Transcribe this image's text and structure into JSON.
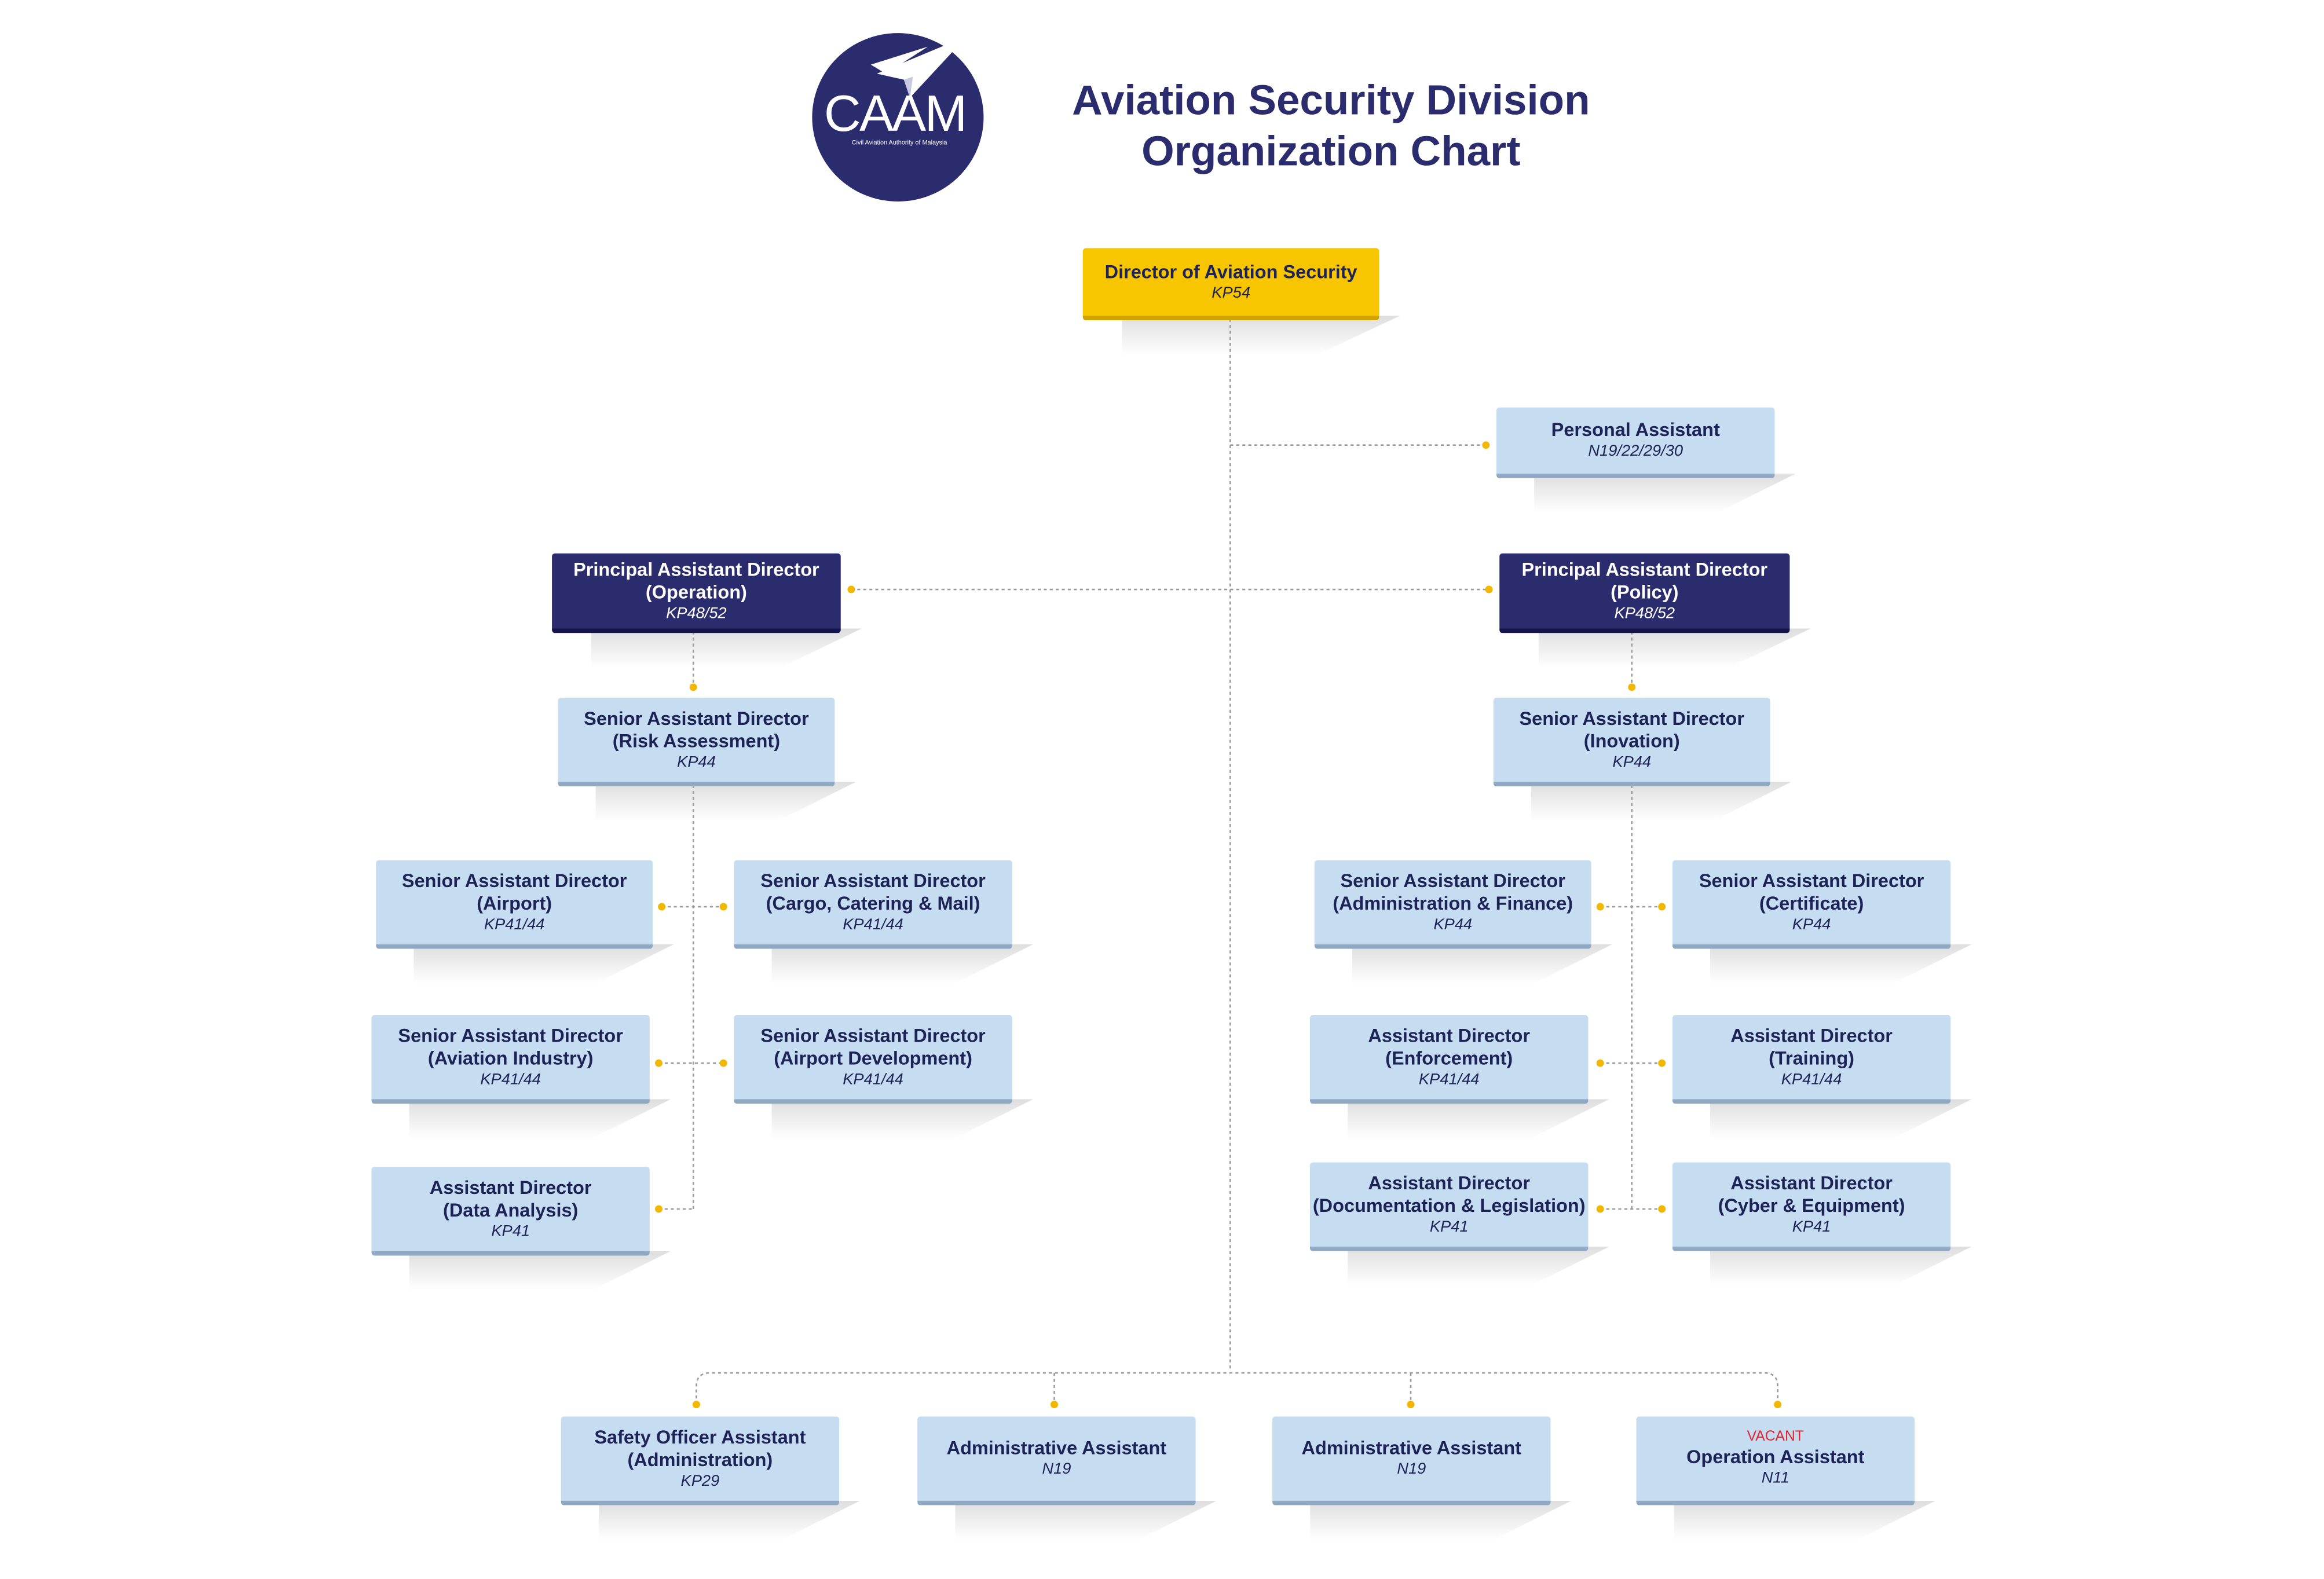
{
  "header": {
    "logo_text": "CAAM",
    "logo_subtitle": "Civil Aviation Authority of Malaysia",
    "title_line1": "Aviation Security Division",
    "title_line2": "Organization Chart"
  },
  "colors": {
    "gold": "#f7c600",
    "navy": "#2b2c6e",
    "light_blue": "#c6dcf1",
    "connector_dot": "#f2b800",
    "vacant_red": "#e0262e"
  },
  "nodes": {
    "director": {
      "title": "Director of Aviation Security",
      "grade": "KP54"
    },
    "pa": {
      "title": "Personal Assistant",
      "grade": "N19/22/29/30"
    },
    "pad_op": {
      "title1": "Principal Assistant Director",
      "title2": "(Operation)",
      "grade": "KP48/52"
    },
    "pad_pol": {
      "title1": "Principal Assistant Director",
      "title2": "(Policy)",
      "grade": "KP48/52"
    },
    "sad_risk": {
      "title1": "Senior Assistant Director",
      "title2": "(Risk Assessment)",
      "grade": "KP44"
    },
    "sad_inov": {
      "title1": "Senior Assistant Director",
      "title2": "(Inovation)",
      "grade": "KP44"
    },
    "sad_airport": {
      "title1": "Senior Assistant Director",
      "title2": "(Airport)",
      "grade": "KP41/44"
    },
    "sad_cargo": {
      "title1": "Senior Assistant Director",
      "title2": "(Cargo, Catering & Mail)",
      "grade": "KP41/44"
    },
    "sad_avind": {
      "title1": "Senior Assistant Director",
      "title2": "(Aviation Industry)",
      "grade": "KP41/44"
    },
    "sad_apdev": {
      "title1": "Senior Assistant Director",
      "title2": "(Airport Development)",
      "grade": "KP41/44"
    },
    "ad_data": {
      "title1": "Assistant Director",
      "title2": "(Data Analysis)",
      "grade": "KP41"
    },
    "sad_admin": {
      "title1": "Senior Assistant Director",
      "title2": "(Administration & Finance)",
      "grade": "KP44"
    },
    "sad_cert": {
      "title1": "Senior Assistant Director",
      "title2": "(Certificate)",
      "grade": "KP44"
    },
    "ad_enf": {
      "title1": "Assistant Director",
      "title2": "(Enforcement)",
      "grade": "KP41/44"
    },
    "ad_train": {
      "title1": "Assistant Director",
      "title2": "(Training)",
      "grade": "KP41/44"
    },
    "ad_doc": {
      "title1": "Assistant Director",
      "title2": "(Documentation & Legislation)",
      "grade": "KP41"
    },
    "ad_cyber": {
      "title1": "Assistant Director",
      "title2": "(Cyber & Equipment)",
      "grade": "KP41"
    },
    "soa": {
      "title1": "Safety Officer Assistant",
      "title2": "(Administration)",
      "grade": "KP29"
    },
    "aa1": {
      "title": "Administrative Assistant",
      "grade": "N19"
    },
    "aa2": {
      "title": "Administrative Assistant",
      "grade": "N19"
    },
    "oa": {
      "status": "VACANT",
      "title": "Operation Assistant",
      "grade": "N11"
    }
  }
}
